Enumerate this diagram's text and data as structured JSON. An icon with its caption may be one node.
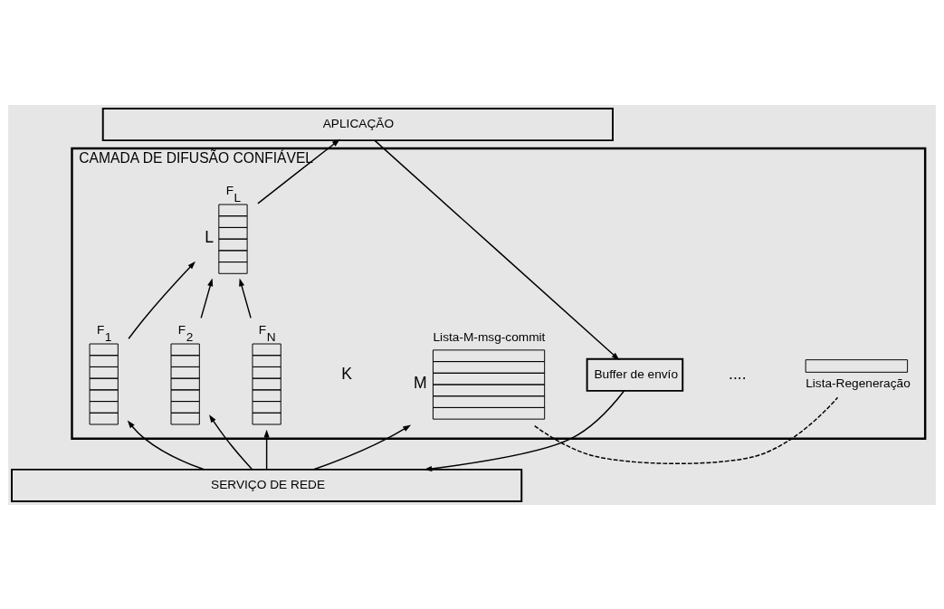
{
  "diagram": {
    "nodes": [
      {
        "text": [
          "APLICAÇÃO"
        ]
      },
      {
        "text": [
          "CAMADA DE DIFUSÃO CONFIÁVEL"
        ]
      },
      {
        "text": [
          "Buffer de envío"
        ],
        "in": 1
      },
      {
        "text": [],
        "shape": "box",
        "in": 1,
        "beside": [
          "F$_{L}$",
          "L"
        ]
      },
      {
        "text": [],
        "shape": "box",
        "in": 1,
        "beside": [
          "Lista-M-msg-commit",
          "M"
        ]
      },
      {
        "text": [],
        "shape": "box",
        "in": 1,
        "beside": [
          "Lista-Regeneração"
        ]
      },
      {
        "text": [],
        "shape": "box",
        "in": 1,
        "beside": [
          "F$_{1}$"
        ]
      },
      {
        "text": [],
        "shape": "box",
        "in": 1,
        "beside": [
          "F$_{2}$"
        ]
      },
      {
        "text": [],
        "shape": "box",
        "in": 1,
        "beside": [
          "F$_{N}$"
        ]
      },
      {
        "text": [
          "SERVIÇO DE REDE"
        ]
      }
    ],
    "edges": [
      {
        "from": 0,
        "to": 2,
        "arrow": "to"
      },
      {
        "from": 2,
        "to": 9,
        "arrow": "to"
      },
      {
        "from": 3,
        "to": 0,
        "arrow": "to"
      },
      {
        "from": 6,
        "to": 3,
        "arrow": "to"
      },
      {
        "from": 7,
        "to": 3,
        "arrow": "to"
      },
      {
        "from": 8,
        "to": 3,
        "arrow": "to"
      },
      {
        "from": 9,
        "to": 6,
        "arrow": "to"
      },
      {
        "from": 9,
        "to": 7,
        "arrow": "to"
      },
      {
        "from": 9,
        "to": 8,
        "arrow": "to"
      },
      {
        "from": 9,
        "to": 4,
        "arrow": "to"
      },
      {
        "from": 4,
        "to": 5,
        "arrow": "none",
        "style": "dashed"
      }
    ],
    "labels": [
      "K",
      "...."
    ]
  }
}
